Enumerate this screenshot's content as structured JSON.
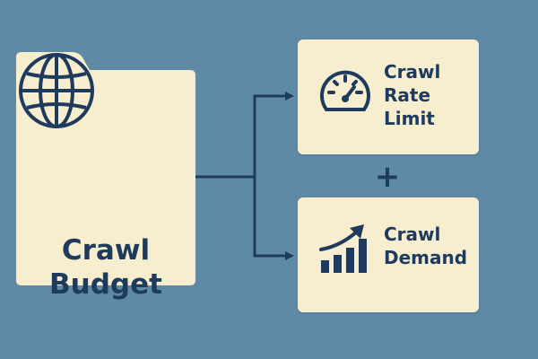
{
  "colors": {
    "background": "#5f8aa6",
    "card": "#f7edcf",
    "ink": "#1e3a5c"
  },
  "source": {
    "label_line1": "Crawl",
    "label_line2": "Budget",
    "icon": "globe-icon"
  },
  "factors": [
    {
      "line1": "Crawl",
      "line2": "Rate",
      "line3": "Limit",
      "icon": "speedometer-icon"
    },
    {
      "line1": "Crawl",
      "line2": "Demand",
      "icon": "growth-chart-icon"
    }
  ],
  "operator": "+"
}
